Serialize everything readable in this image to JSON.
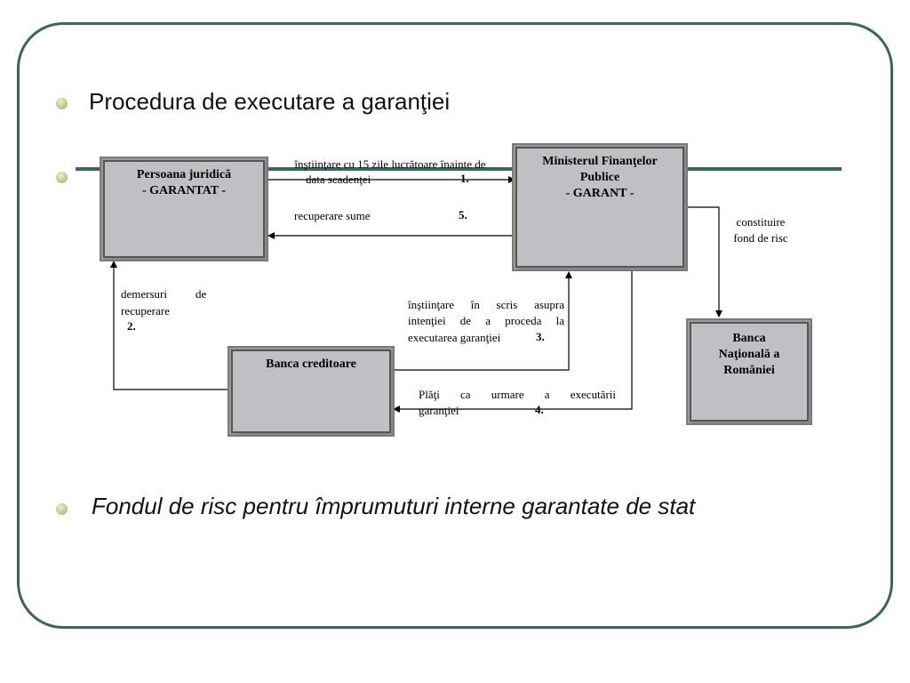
{
  "bullets": [
    {
      "text": "Procedura de executare a garanţiei",
      "italic": false
    },
    {
      "text": "",
      "italic": false
    },
    {
      "text": "Fondul de risc pentru împrumuturi interne garantate de stat",
      "italic": true
    }
  ],
  "diagram": {
    "boxes": {
      "garantat": [
        "Persoana juridică",
        "- GARANTAT -"
      ],
      "garant": [
        "Ministerul Finanţelor",
        "Publice",
        "- GARANT -"
      ],
      "banca_creditoare": [
        "Banca creditoare"
      ],
      "bnr": [
        "Banca",
        "Naţională a",
        "României"
      ]
    },
    "labels": {
      "l1_line1": "înştiinţare cu 15 zile lucrătoare înainte de",
      "l1_line2": "data scadenţei",
      "n1": "1.",
      "l5": "recuperare sume",
      "n5": "5.",
      "l_fond_1": "constituire",
      "l_fond_2": "fond de risc",
      "l2_line1a": "demersuri",
      "l2_line1b": "de",
      "l2_line2": "recuperare",
      "n2": "2.",
      "l3_line1": "înştiinţare în scris asupra",
      "l3_line2": "intenţiei de a proceda la",
      "l3_line3": "executarea garanţiei",
      "n3": "3.",
      "l4_line1": "Plăţi ca urmare a executării",
      "l4_line2": "garanţiei",
      "n4": "4."
    }
  },
  "colors": {
    "frame": "#3d6463",
    "box_fill": "#c0c0c4",
    "bullet": "#b9bd82"
  }
}
